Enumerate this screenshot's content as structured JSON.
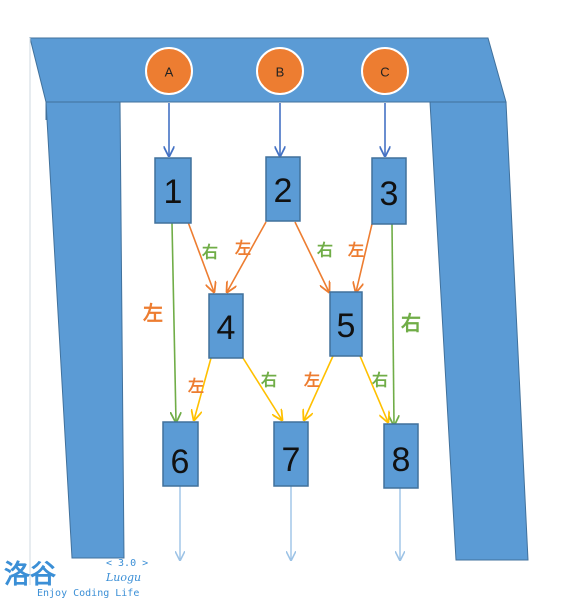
{
  "colors": {
    "frame": "#5b9bd5",
    "frame_stroke": "#41719c",
    "node_fill": "#5b9bd5",
    "circle_fill": "#ed7d31",
    "circle_stroke": "#ffffff",
    "arrow_blue": "#4472c4",
    "arrow_left": "#ed7d31",
    "arrow_right": "#70ad47",
    "arrow_yellow": "#ffc000",
    "exit_arrow": "#9dc3e6",
    "label_left": "#ed7d31",
    "label_right": "#70ad47",
    "watermark": "#3b8fd6"
  },
  "circles": [
    "A",
    "B",
    "C"
  ],
  "nodes": [
    "1",
    "2",
    "3",
    "4",
    "5",
    "6",
    "7",
    "8"
  ],
  "directions": {
    "left": "左",
    "right": "右"
  },
  "watermark": {
    "logo": "洛谷",
    "version": "< 3.0 >",
    "romanized": "Luogu",
    "slogan": "Enjoy Coding Life"
  }
}
